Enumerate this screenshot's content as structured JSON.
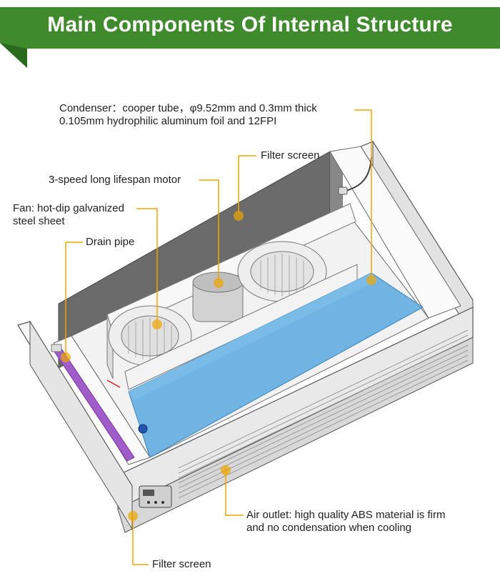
{
  "header": {
    "title": "Main Components Of Internal Structure",
    "banner_color": "#3e8a2c"
  },
  "callouts": {
    "condenser": {
      "line1": "Condenser：cooper tube，φ9.52mm and 0.3mm thick",
      "line2": "0.105mm hydrophilic aluminum foil and 12FPI"
    },
    "filter_screen_top": {
      "text": "Filter screen"
    },
    "motor": {
      "text": "3-speed long lifespan motor"
    },
    "fan": {
      "line1": "Fan: hot-dip galvanized",
      "line2": "steel sheet"
    },
    "drain_pipe": {
      "text": "Drain pipe"
    },
    "air_outlet": {
      "line1": "Air outlet:  high quality ABS material is firm",
      "line2": "and no condensation when cooling"
    },
    "filter_screen_bottom": {
      "text": "Filter screen"
    }
  },
  "colors": {
    "leader": "#f0a500",
    "coil": "#5aa8e0",
    "drain_pipe": "#a05cc8",
    "filter": "#6b6b6b"
  }
}
